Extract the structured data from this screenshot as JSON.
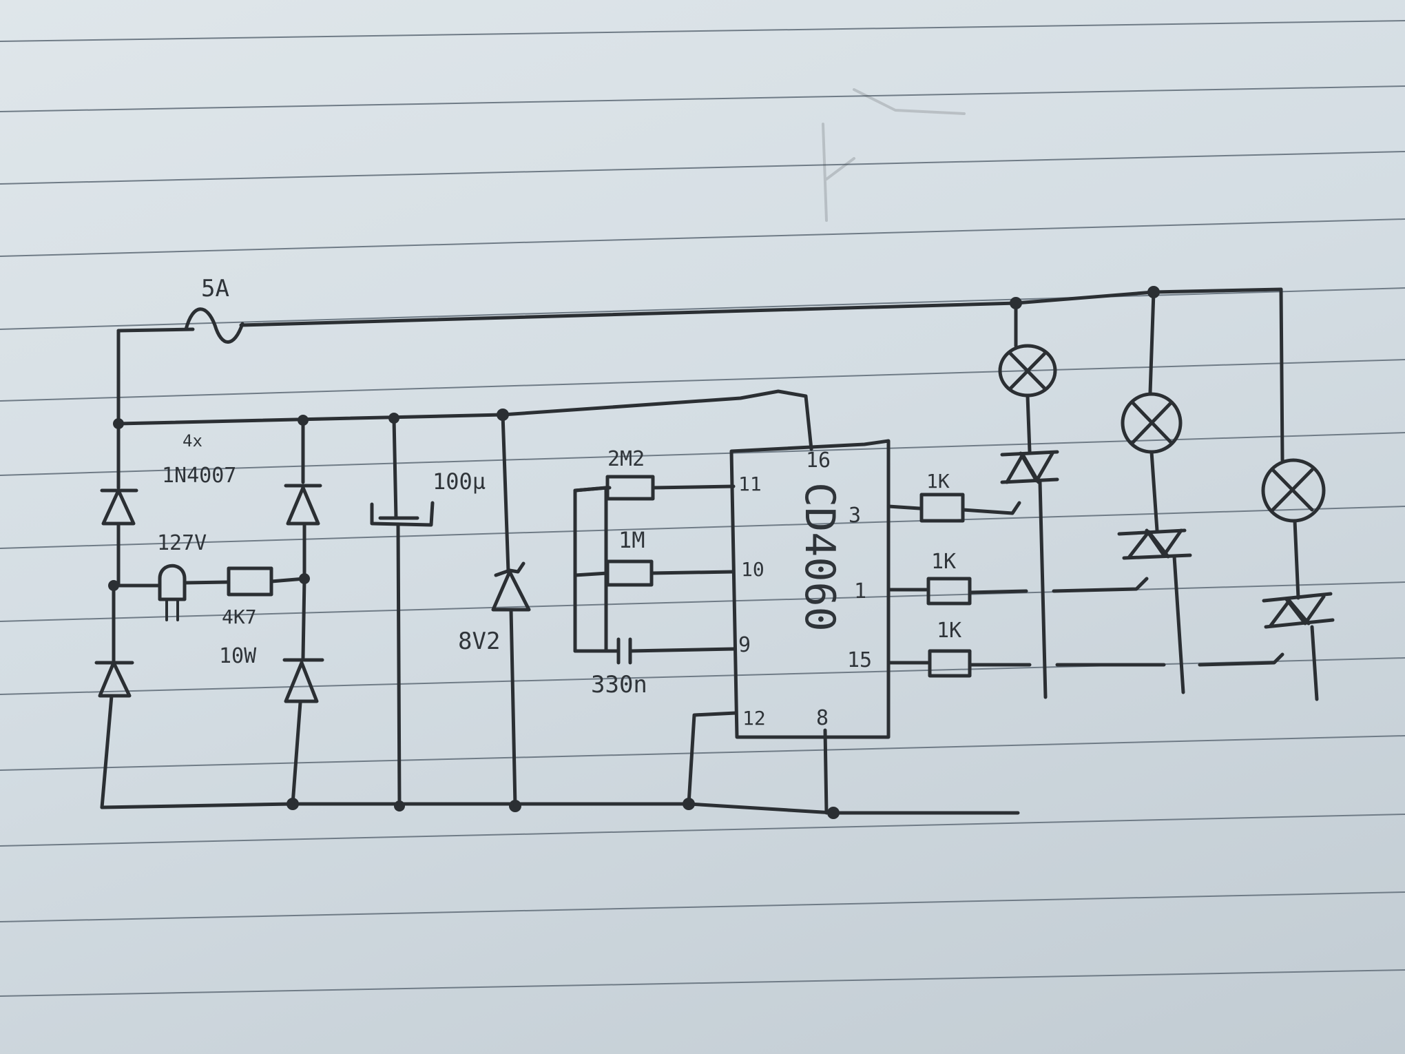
{
  "diagram": {
    "fuse_label": "5A",
    "bridge_label_line1": "4x",
    "bridge_label_line2": "1N4007",
    "capacitor_label": "100µ",
    "zener_label": "8V2",
    "led_label": "127V",
    "resistor_main_label_line1": "4K7",
    "resistor_main_label_line2": "10W",
    "ic_label": "CD4060",
    "osc_resistor_1_label": "2M2",
    "osc_resistor_2_label": "1M",
    "osc_capacitor_label": "330n",
    "pins": {
      "p16": "16",
      "p11": "11",
      "p10": "10",
      "p9": "9",
      "p12": "12",
      "p8": "8",
      "p3": "3",
      "p1": "1",
      "p15": "15"
    },
    "gate_resistor_1_label": "1K",
    "gate_resistor_2_label": "1K",
    "gate_resistor_3_label": "1K"
  }
}
